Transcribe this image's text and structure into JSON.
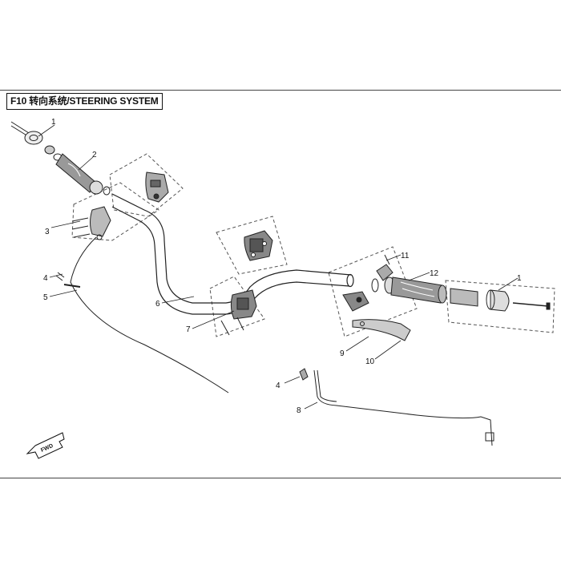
{
  "title": "F10  转向系统/STEERING SYSTEM",
  "fwd_label": "FWD",
  "callouts": [
    {
      "id": "c1a",
      "label": "1"
    },
    {
      "id": "c2",
      "label": "2"
    },
    {
      "id": "c3",
      "label": "3"
    },
    {
      "id": "c4a",
      "label": "4"
    },
    {
      "id": "c5",
      "label": "5"
    },
    {
      "id": "c6",
      "label": "6"
    },
    {
      "id": "c7",
      "label": "7"
    },
    {
      "id": "c4b",
      "label": "4"
    },
    {
      "id": "c8",
      "label": "8"
    },
    {
      "id": "c9",
      "label": "9"
    },
    {
      "id": "c10",
      "label": "10"
    },
    {
      "id": "c11",
      "label": "11"
    },
    {
      "id": "c12",
      "label": "12"
    },
    {
      "id": "c1b",
      "label": "1"
    }
  ]
}
